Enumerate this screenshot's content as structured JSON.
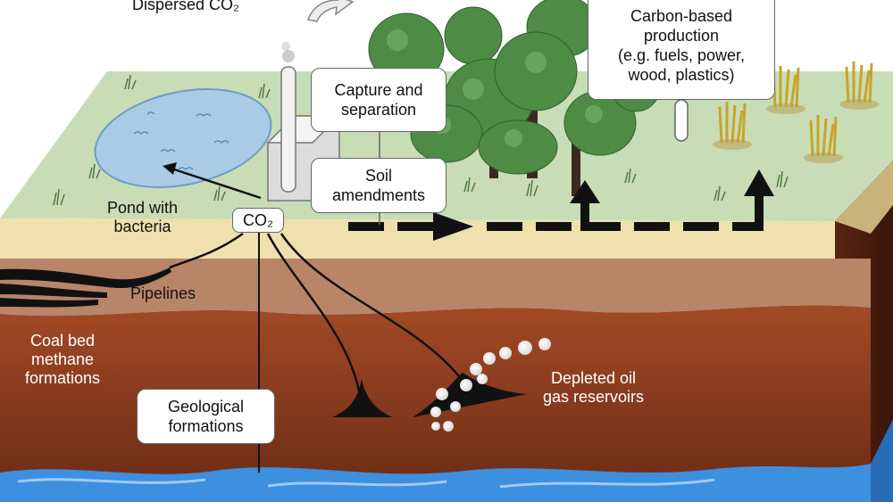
{
  "labels": {
    "dispersed_co2": "Dispersed CO₂",
    "capture_separation": "Capture and\nseparation",
    "carbon_based_production": "Carbon-based\nproduction\n(e.g. fuels, power,\nwood, plastics)",
    "soil_amendments": "Soil\namendments",
    "pond_with_bacteria": "Pond with\nbacteria",
    "co2": "CO₂",
    "pipelines": "Pipelines",
    "coal_bed_methane": "Coal bed\nmethane\nformations",
    "geological_formations": "Geological\nformations",
    "depleted_reservoirs": "Depleted oil\ngas reservoirs"
  },
  "colors": {
    "grass": "#c8dcb6",
    "topsoil": "#efe0ad",
    "clay": "#b88569",
    "deep_rock": "#8a3a1f",
    "water": "#3d8fe0",
    "pond": "#a9cbe6",
    "arrow": "#111111"
  }
}
